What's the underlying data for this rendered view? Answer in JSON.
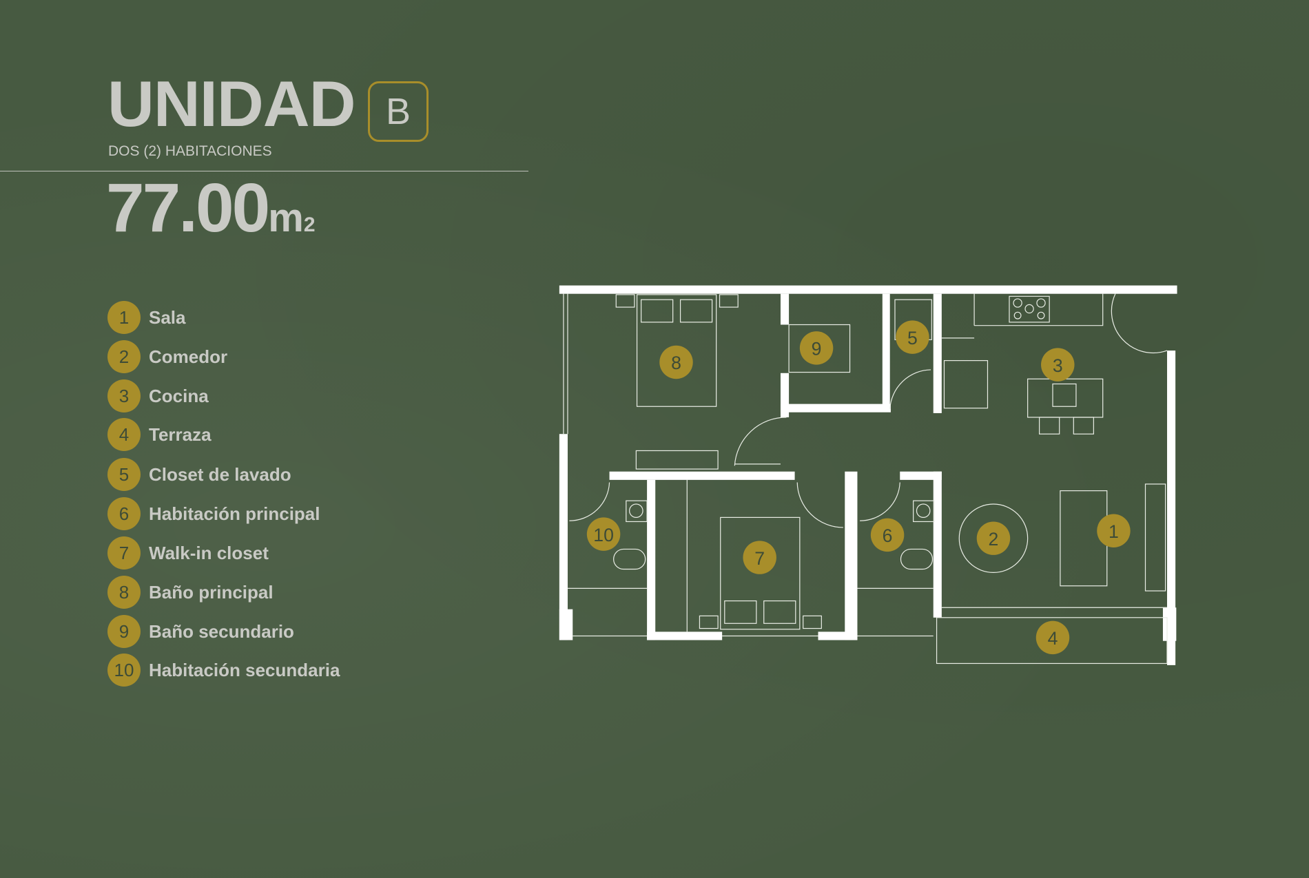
{
  "header": {
    "title": "UNIDAD",
    "unit_letter": "B",
    "subtitle": "DOS (2) HABITACIONES",
    "area_value": "77.00",
    "area_unit": "m",
    "area_unit_sup": "2"
  },
  "legend": [
    {
      "num": "1",
      "label": "Sala"
    },
    {
      "num": "2",
      "label": "Comedor"
    },
    {
      "num": "3",
      "label": "Cocina"
    },
    {
      "num": "4",
      "label": "Terraza"
    },
    {
      "num": "5",
      "label": "Closet de lavado"
    },
    {
      "num": "6",
      "label": "Habitación principal"
    },
    {
      "num": "7",
      "label": "Walk-in closet"
    },
    {
      "num": "8",
      "label": "Baño principal"
    },
    {
      "num": "9",
      "label": "Baño secundario"
    },
    {
      "num": "10",
      "label": "Habitación secundaria"
    }
  ],
  "colors": {
    "background": "#475a41",
    "accent": "#a88e2a",
    "text": "#c9cac5",
    "walls": "#ffffff"
  }
}
